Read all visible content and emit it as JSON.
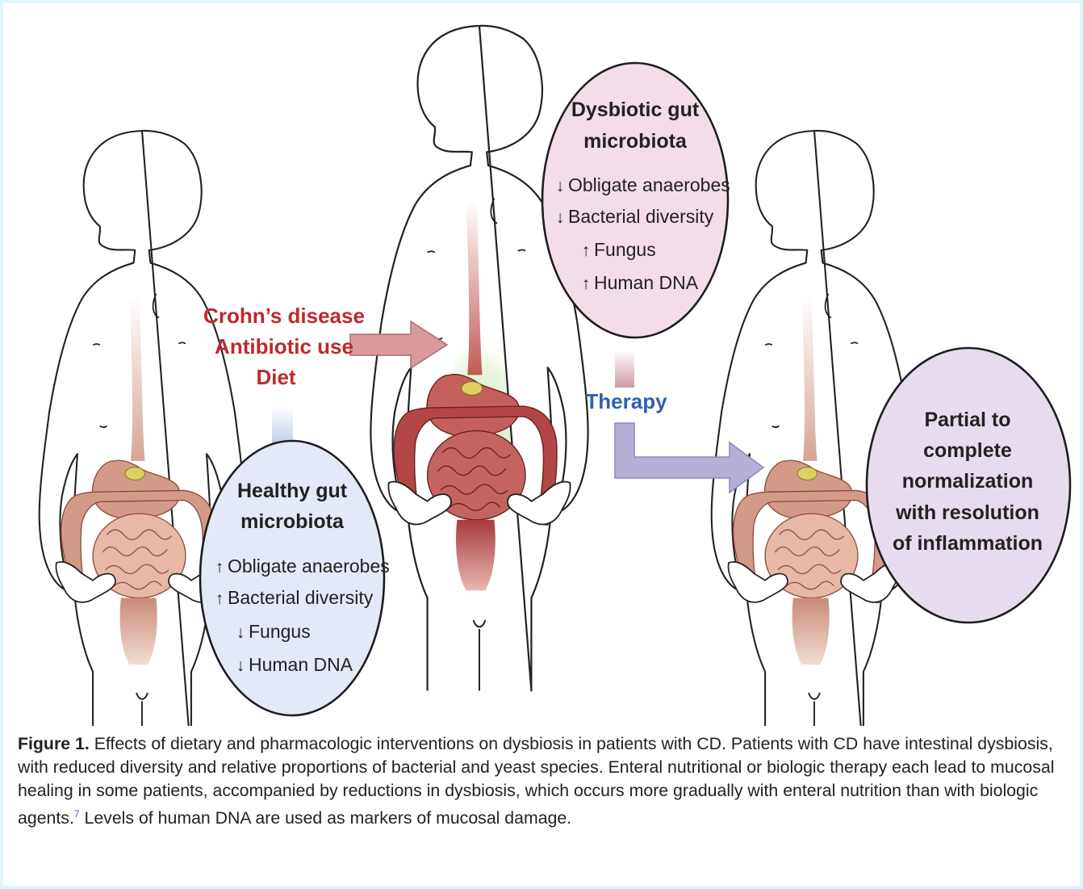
{
  "left_circle": {
    "title_line1": "Healthy gut",
    "title_line2": "microbiota",
    "items": [
      {
        "dir": "up",
        "text": "Obligate anaerobes"
      },
      {
        "dir": "up",
        "text": "Bacterial diversity"
      },
      {
        "dir": "down",
        "text": "Fungus"
      },
      {
        "dir": "down",
        "text": "Human DNA"
      }
    ],
    "fill": "#e3e9f6"
  },
  "middle_circle": {
    "title_line1": "Dysbiotic gut",
    "title_line2": "microbiota",
    "items": [
      {
        "dir": "down",
        "text": "Obligate anaerobes"
      },
      {
        "dir": "down",
        "text": "Bacterial diversity"
      },
      {
        "dir": "up",
        "text": "Fungus"
      },
      {
        "dir": "up",
        "text": "Human DNA"
      }
    ],
    "fill": "#f3dde8"
  },
  "right_circle": {
    "lines": [
      "Partial to",
      "complete",
      "normalization",
      "with resolution",
      "of inflammation"
    ],
    "fill": "#e7dcee"
  },
  "causes": [
    "Crohn’s disease",
    "Antibiotic use",
    "Diet"
  ],
  "therapy_label": "Therapy",
  "caption": {
    "label": "Figure 1.",
    "text_before_ref": "Effects of dietary and pharmacologic interventions on dysbiosis in patients with CD. Patients with CD have intestinal dysbiosis, with reduced diversity and relative proportions of bacterial and yeast species. Enteral nutritional or biologic therapy each lead to mucosal healing in some patients, accompanied by reductions in dysbiosis, which occurs more gradually with enteral nutrition than with biologic agents.",
    "ref": "7",
    "text_after_ref": " Levels of human DNA are used as markers of mucosal damage."
  },
  "colors": {
    "cause_text": "#c0282d",
    "therapy_text": "#2f5fb3",
    "cause_arrow": "#d99a9e",
    "therapy_arrow": "#b6b0d8",
    "gut_healthy": "#d9a08e",
    "gut_inflamed": "#b54a48",
    "inflammation_glow": "#b9e3a0"
  }
}
